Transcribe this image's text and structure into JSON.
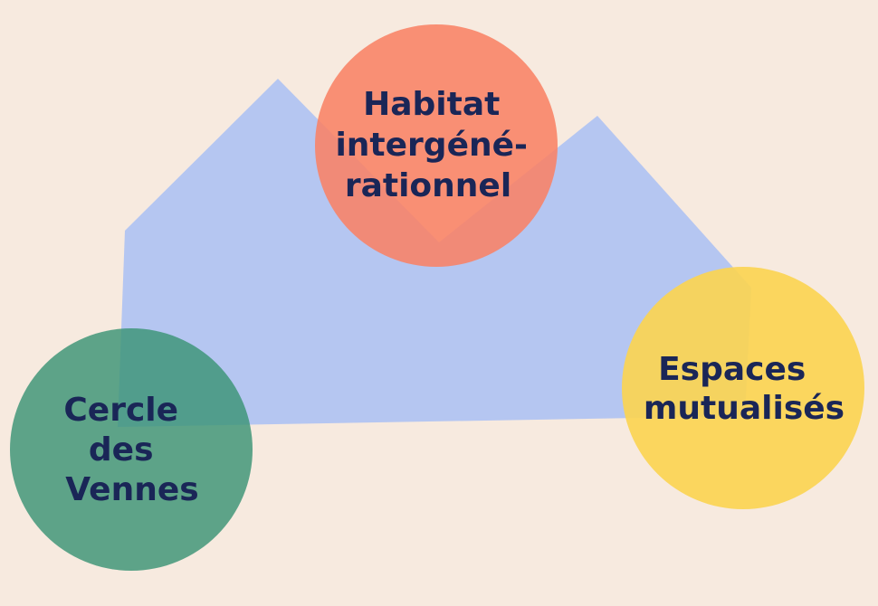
{
  "colors": {
    "background": "#f7eadf",
    "house": "#a9c0f5",
    "habitat_circle": "#f98265",
    "espaces_circle": "#fbd452",
    "cercle_circle": "#3b9475",
    "text": "#1a2657"
  },
  "house": {
    "shape": "roof-silhouette"
  },
  "circles": {
    "habitat": {
      "lines": [
        "Habitat",
        "intergéné-",
        "rationnel"
      ]
    },
    "espaces": {
      "lines": [
        "Espaces",
        "mutualisés"
      ]
    },
    "cercle": {
      "lines": [
        "Cercle",
        "des",
        "Vennes"
      ]
    }
  }
}
